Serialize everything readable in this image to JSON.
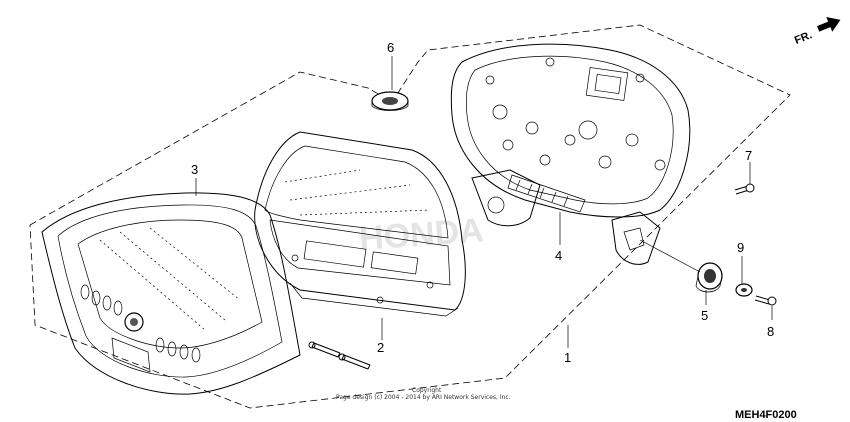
{
  "diagram": {
    "callouts": [
      {
        "id": "1",
        "label": "1"
      },
      {
        "id": "2",
        "label": "2"
      },
      {
        "id": "3",
        "label": "3"
      },
      {
        "id": "4",
        "label": "4"
      },
      {
        "id": "5",
        "label": "5"
      },
      {
        "id": "6",
        "label": "6"
      },
      {
        "id": "7",
        "label": "7"
      },
      {
        "id": "8",
        "label": "8"
      },
      {
        "id": "9",
        "label": "9"
      }
    ],
    "direction_label": "FR.",
    "diagram_code": "MEH4F0200",
    "copyright_line1": "Copyright",
    "copyright_line2": "Page design (c) 2004 - 2014 by ARI Network Services, Inc.",
    "watermark": "HONDA"
  }
}
